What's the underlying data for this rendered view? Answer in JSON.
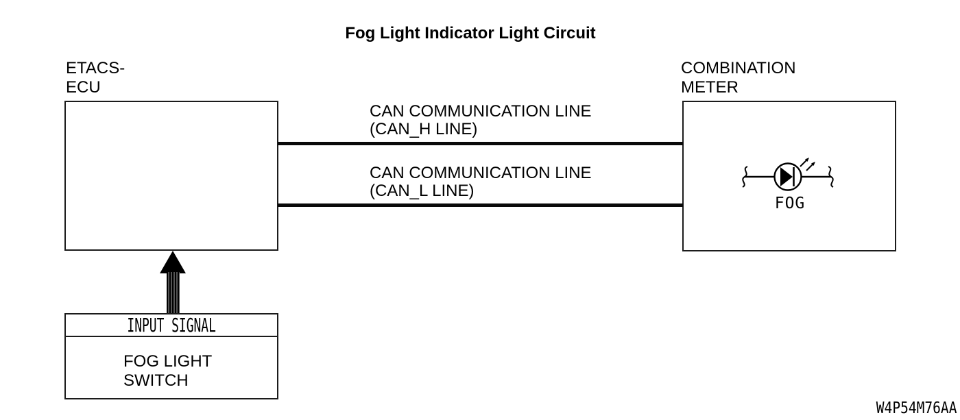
{
  "title": "Fog Light Indicator Light Circuit",
  "left_unit": {
    "label": "ETACS-\nECU"
  },
  "right_unit": {
    "label": "COMBINATION\nMETER",
    "indicator_label": "FOG"
  },
  "wires": {
    "can_h": {
      "label": "CAN COMMUNICATION LINE\n(CAN_H LINE)"
    },
    "can_l": {
      "label": "CAN COMMUNICATION LINE\n(CAN_L LINE)"
    }
  },
  "switch_unit": {
    "header": "INPUT SIGNAL",
    "label": "FOG LIGHT\nSWITCH"
  },
  "figure_code": "W4P54M76AA",
  "colors": {
    "ink": "#000000",
    "background": "#ffffff"
  }
}
